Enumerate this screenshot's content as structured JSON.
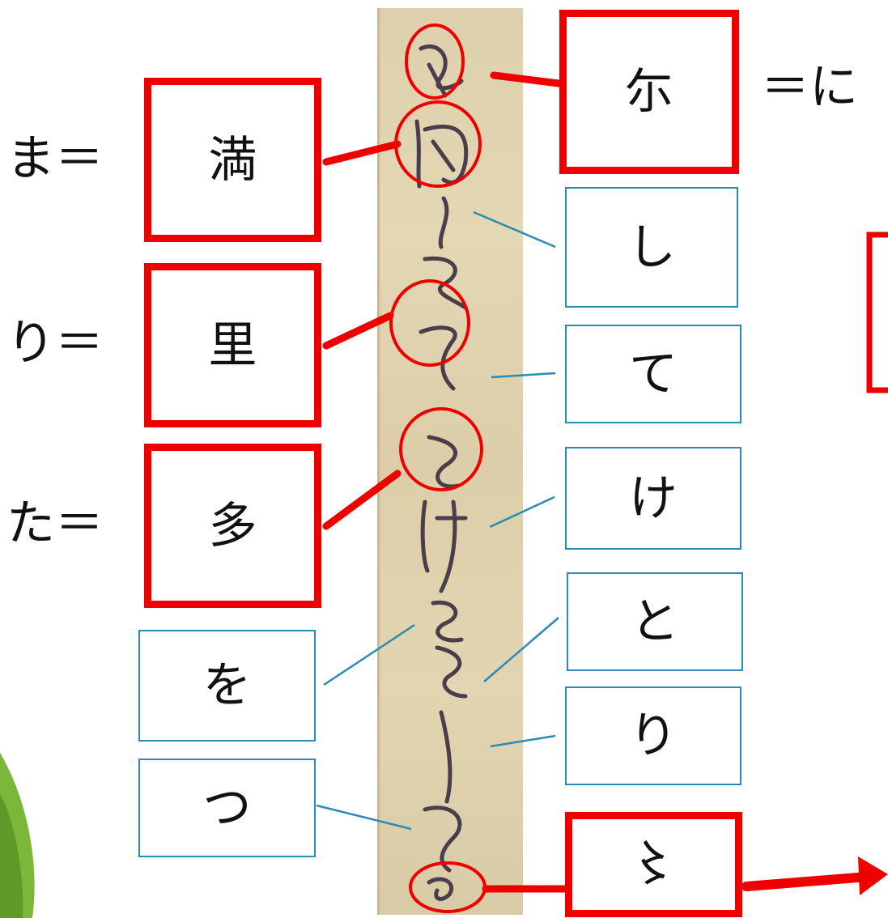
{
  "diagram": {
    "red_boxes": {
      "ni": {
        "kanji": "尓",
        "reading": "＝に"
      },
      "ma": {
        "kanji": "満",
        "reading": "ま＝"
      },
      "ri": {
        "kanji": "里",
        "reading": "り＝"
      },
      "ta": {
        "kanji": "多",
        "reading": "た＝"
      },
      "mark": {
        "kanji": "〻"
      }
    },
    "blue_boxes": {
      "shi": "し",
      "te": "て",
      "ke": "け",
      "to": "と",
      "ri": "り",
      "wo": "を",
      "tsu": "つ"
    },
    "colors": {
      "red": "#ee0000",
      "blue": "#2a8bb5",
      "paper": "#e0d3af",
      "ink": "#4a3e4c",
      "leaf": "#7bb83a"
    }
  }
}
